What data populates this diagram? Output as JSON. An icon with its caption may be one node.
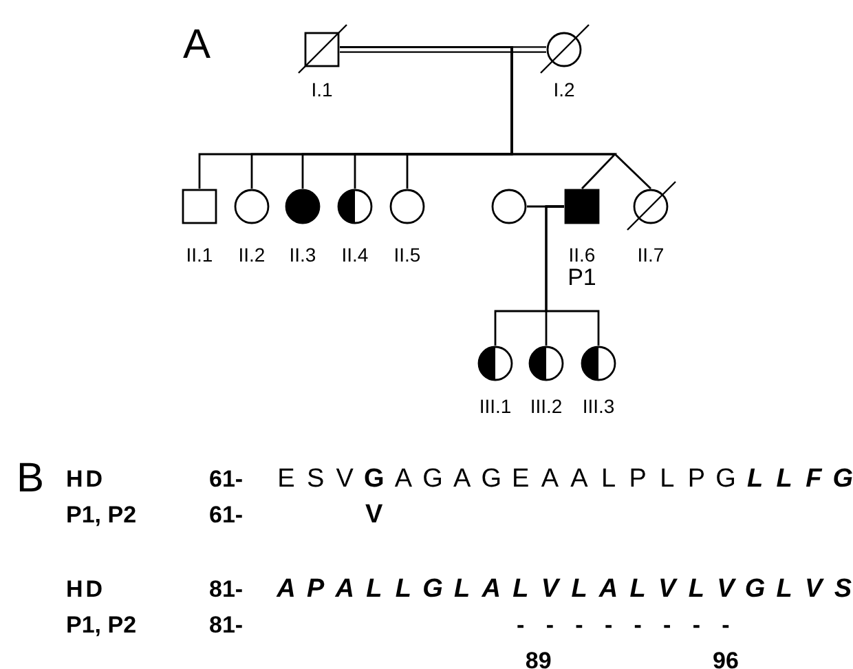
{
  "diagram": {
    "nodes": [
      {
        "text": [],
        "shape": "crossed-box",
        "beside": [
          "I.1"
        ]
      },
      {
        "text": [],
        "shape": "crossed-circle",
        "beside": [
          "I.2"
        ]
      },
      {
        "text": [],
        "shape": "box",
        "beside": [
          "II.1"
        ]
      },
      {
        "text": [],
        "shape": "circle",
        "beside": [
          "II.2"
        ]
      },
      {
        "text": [],
        "shape": "filled-circle",
        "beside": [
          "II.3"
        ]
      },
      {
        "text": [],
        "shape": "half-filled-circle",
        "beside": [
          "II.4"
        ]
      },
      {
        "text": [],
        "shape": "circle",
        "beside": [
          "II.5"
        ]
      },
      {
        "text": [],
        "shape": "circle"
      },
      {
        "text": [],
        "shape": "filled-box",
        "beside": [
          "II.6",
          "P1"
        ]
      },
      {
        "text": [],
        "shape": "crossed-circle",
        "beside": [
          "II.7"
        ]
      },
      {
        "text": [],
        "shape": "half-filled-circle",
        "beside": [
          "III.1"
        ]
      },
      {
        "text": [],
        "shape": "half-filled-circle",
        "beside": [
          "III.2"
        ]
      },
      {
        "text": [],
        "shape": "half-filled-circle",
        "beside": [
          "III.3"
        ]
      }
    ],
    "edges": [
      {
        "from": 0,
        "to": 1,
        "arrow": "none"
      },
      {
        "from": 0,
        "to": 2,
        "arrow": "none"
      },
      {
        "from": 0,
        "to": 3,
        "arrow": "none"
      },
      {
        "from": 0,
        "to": 4,
        "arrow": "none"
      },
      {
        "from": 0,
        "to": 5,
        "arrow": "none"
      },
      {
        "from": 0,
        "to": 6,
        "arrow": "none"
      },
      {
        "from": 0,
        "to": 8,
        "arrow": "none"
      },
      {
        "from": 0,
        "to": 9,
        "arrow": "none"
      },
      {
        "from": 7,
        "to": 8,
        "arrow": "none"
      },
      {
        "from": 8,
        "to": 10,
        "arrow": "none"
      },
      {
        "from": 8,
        "to": 11,
        "arrow": "none"
      },
      {
        "from": 8,
        "to": 12,
        "arrow": "none"
      }
    ],
    "labels": [
      "A",
      "B",
      "HD",
      "61-",
      "E",
      "S",
      "V",
      "G",
      "A",
      "G",
      "A",
      "G",
      "E",
      "A",
      "A",
      "L",
      "P",
      "L",
      "P",
      "G",
      "L",
      "L",
      "F",
      "G",
      "P1, P2",
      "61-",
      "V",
      "HD",
      "81-",
      "A",
      "P",
      "A",
      "L",
      "L",
      "G",
      "L",
      "A",
      "L",
      "V",
      "L",
      "A",
      "L",
      "V",
      "L",
      "V",
      "G",
      "L",
      "V",
      "S",
      "P1, P2",
      "81-",
      "-",
      "-",
      "-",
      "-",
      "-",
      "-",
      "-",
      "-",
      "89",
      "96"
    ]
  }
}
